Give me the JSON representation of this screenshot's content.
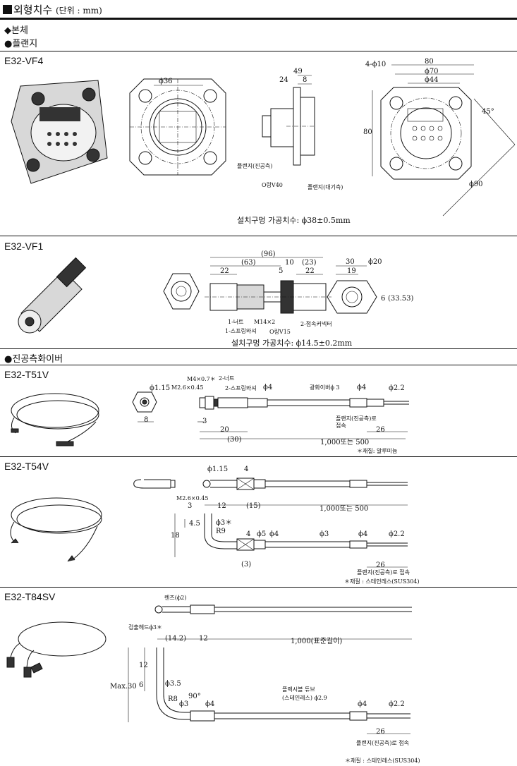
{
  "header": {
    "square": "■",
    "title": "외형치수",
    "unit": "(단위 : mm)"
  },
  "sections": {
    "body": "◆본체",
    "flange": "●플랜지",
    "vacuum": "●진공측화이버"
  },
  "vf4": {
    "model": "E32-VF4",
    "d36": "ϕ36",
    "d49": "49",
    "d24": "24",
    "d8": "8",
    "l_flange_vac": "플랜지(진공측)",
    "l_oring": "O링V40",
    "l_flange_atm": "플랜지(대기측)",
    "d4phi10": "4-ϕ10",
    "d80t": "80",
    "d70": "ϕ70",
    "d44": "ϕ44",
    "d80l": "80",
    "d45": "45°",
    "d90": "ϕ90",
    "mount": "설치구멍 가공치수: ϕ38±0.5mm"
  },
  "vf1": {
    "model": "E32-VF1",
    "d96": "(96)",
    "d63": "(63)",
    "d10": "10",
    "d23": "(23)",
    "d22a": "22",
    "d5": "5",
    "d22b": "22",
    "l_nut": "1-너트",
    "l_washer": "1-스프링와셔",
    "l_m14": "M14×2",
    "l_oring": "O링V15",
    "l_conn": "2-접속커넥터",
    "d30": "30",
    "d20": "ϕ20",
    "d19": "19",
    "d6": "6",
    "d3353": "(33.53)",
    "mount": "설치구멍 가공치수: ϕ14.5±0.2mm"
  },
  "t51v": {
    "model": "E32-T51V",
    "d115": "ϕ1.15",
    "d8": "8",
    "l_m4": "M4×0.7＊",
    "l_m26": "M2.6×0.45",
    "l_nut": "2-너트",
    "l_washer": "2-스프링와셔",
    "d4a": "ϕ4",
    "l_fiber": "광화이버ϕ 3",
    "d4b": "ϕ4",
    "d22": "ϕ2.2",
    "d3": "3",
    "d20": "20",
    "l_flange": "플랜지(진공측)로",
    "l_conn": "접속",
    "d26": "26",
    "d30": "(30)",
    "d1000": "1,000또는 500",
    "note": "＊재질: 알루미늄"
  },
  "t54v": {
    "model": "E32-T54V",
    "d115": "ϕ1.15",
    "d4top": "4",
    "l_m26": "M2.6×0.45",
    "d3": "3",
    "d12": "12",
    "d15": "(15)",
    "d1000": "1,000또는 500",
    "d3star": "ϕ3＊",
    "d45": "4.5",
    "d18": "18",
    "r9": "R9",
    "d4": "4",
    "d5": "ϕ5",
    "d4b": "ϕ4",
    "d3b": "ϕ3",
    "d4c": "ϕ4",
    "d22": "ϕ2.2",
    "d3p": "(3)",
    "d26": "26",
    "l_flange": "플랜지(진공측)로 접속",
    "note": "＊재질 : 스테인레스(SUS304)"
  },
  "t84sv": {
    "model": "E32-T84SV",
    "l_lens": "렌즈(ϕ2)",
    "l_head": "검출헤드ϕ3＊",
    "d142": "(14.2)",
    "d12": "12",
    "d1000": "1,000(표준길이)",
    "d12v": "12",
    "max30": "Max.30",
    "d6": "6",
    "d35": "ϕ3.5",
    "d90": "90°",
    "r8": "R8",
    "d3": "ϕ3",
    "d4": "ϕ4",
    "l_tube": "플렉시블 튜브",
    "l_tube2": "(스테인레스) ϕ2.9",
    "d4b": "ϕ4",
    "d22": "ϕ2.2",
    "d26": "26",
    "l_flange": "플랜지(진공측)로 접속",
    "note": "＊재질 : 스테인레스(SUS304)"
  }
}
